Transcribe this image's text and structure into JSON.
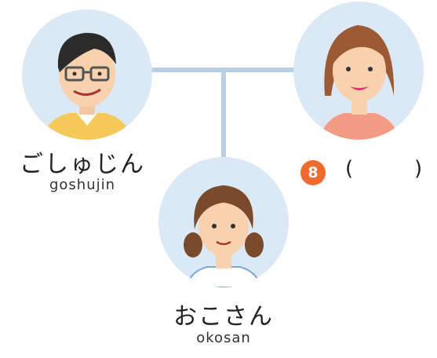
{
  "people": [
    {
      "id": "husband",
      "label_jp": "ごしゅじん",
      "label_romaji": "goshujin"
    },
    {
      "id": "wife",
      "label_jp": "",
      "label_romaji": ""
    },
    {
      "id": "child",
      "label_jp": "おこさん",
      "label_romaji": "okosan"
    }
  ],
  "question": {
    "number": "8",
    "open_paren": "(",
    "close_paren": ")"
  },
  "colors": {
    "circle_bg": "#dbe8f5",
    "connector": "#b9cfe6",
    "badge": "#ee6a2d",
    "text": "#222222"
  }
}
